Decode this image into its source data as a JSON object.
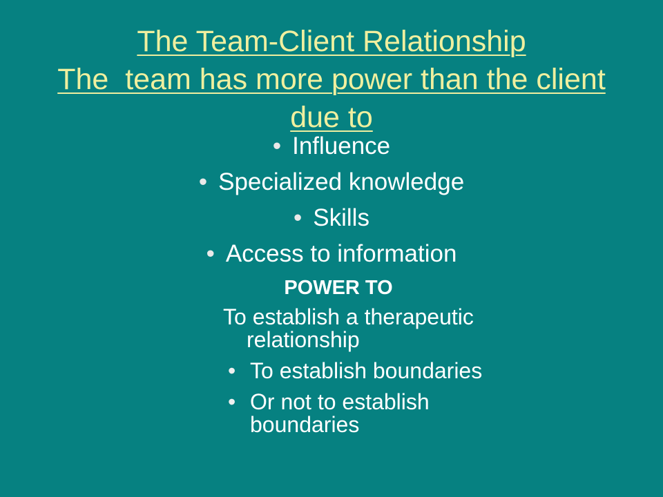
{
  "slide": {
    "background_color": "#068181",
    "title": {
      "color": "#EFEF9F",
      "lines": [
        "The Team-Client Relationship",
        "The  team has more power than the client",
        "due to"
      ]
    },
    "main_bullets": {
      "color": "#FFFFFF",
      "bullet_char": "•",
      "items": [
        "Influence",
        "Specialized knowledge",
        "Skills",
        "Access to information"
      ]
    },
    "power_section": {
      "heading": "POWER TO",
      "bullet_char": "•",
      "paragraph": "To establish a therapeutic relationship",
      "bullets": [
        "To establish boundaries",
        "Or not to establish boundaries"
      ]
    }
  }
}
